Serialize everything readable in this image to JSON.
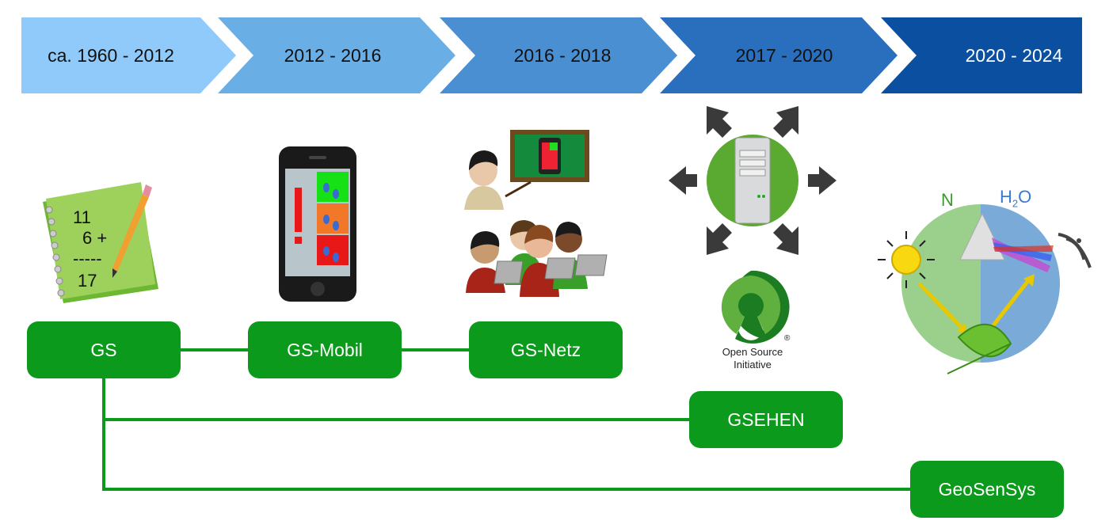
{
  "timeline": [
    {
      "label": "ca. 1960 - 2012",
      "color": "#90cafa",
      "text_color": "#111111"
    },
    {
      "label": "2012 - 2016",
      "color": "#6aaee6",
      "text_color": "#111111"
    },
    {
      "label": "2016 - 2018",
      "color": "#4a8fd2",
      "text_color": "#111111"
    },
    {
      "label": "2017 - 2020",
      "color": "#2a6fbe",
      "text_color": "#111111"
    },
    {
      "label": "2020 - 2024",
      "color": "#0b4fa0",
      "text_color": "#ffffff"
    }
  ],
  "nodes": {
    "gs": "GS",
    "gs_mobil": "GS-Mobil",
    "gs_netz": "GS-Netz",
    "gsehen": "GSEHEN",
    "geosensys": "GeoSenSys"
  },
  "notebook": {
    "line1": "11",
    "line2": "6 +",
    "line3": "-----",
    "line4": "17"
  },
  "osi": {
    "line1": "Open Source",
    "line2": "Initiative",
    "mark": "®"
  },
  "science": {
    "n_label": "N",
    "h2o_label": "H",
    "h2o_sub": "2",
    "h2o_o": "O"
  },
  "colors": {
    "node_green": "#0b9a1b"
  }
}
